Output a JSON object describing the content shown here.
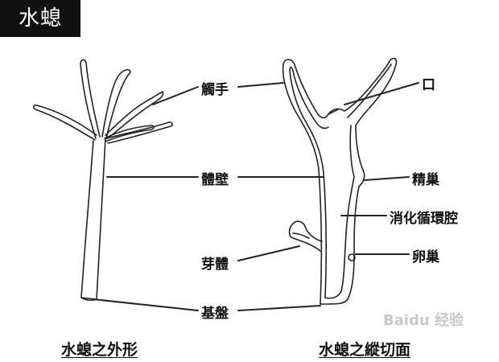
{
  "title": "水螅",
  "labels": {
    "tentacle": "觸手",
    "body_wall": "體壁",
    "bud": "芽體",
    "basal_disc": "基盤",
    "mouth": "口",
    "testis": "精巢",
    "gastrovascular_cavity": "消化循環腔",
    "ovary": "卵巢"
  },
  "captions": {
    "external": "水螅之外形",
    "section": "水螅之縱切面"
  },
  "watermark": "Baidu 经验"
}
